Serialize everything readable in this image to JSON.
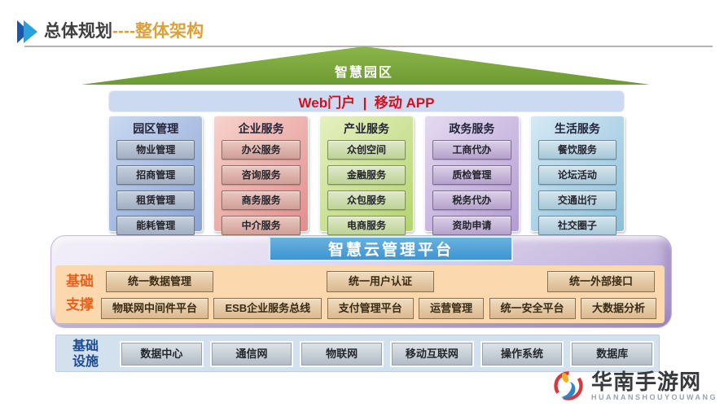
{
  "header": {
    "title_main": "总体规划",
    "title_dashes": "----",
    "title_sub": "整体架构"
  },
  "roof": {
    "label": "智慧园区"
  },
  "portal": {
    "label": "Web门户  |  移动 APP"
  },
  "columns": [
    {
      "title": "园区管理",
      "items": [
        "物业管理",
        "招商管理",
        "租赁管理",
        "能耗管理"
      ],
      "colors": {
        "bg_from": "#c9d9f0",
        "bg_to": "#8aa3d6",
        "box_from": "#c6d0de",
        "box_to": "#a2afc2",
        "box_border": "#6b7787"
      }
    },
    {
      "title": "企业服务",
      "items": [
        "办公服务",
        "咨询服务",
        "商务服务",
        "中介服务"
      ],
      "colors": {
        "bg_from": "#f7d3cc",
        "bg_to": "#e38d8b",
        "box_from": "#ecc9c1",
        "box_to": "#cf9e96",
        "box_border": "#8f6a62"
      }
    },
    {
      "title": "产业服务",
      "items": [
        "众创空间",
        "金融服务",
        "众包服务",
        "电商服务"
      ],
      "colors": {
        "bg_from": "#e6f0bf",
        "bg_to": "#b4d46e",
        "box_from": "#e0e9ca",
        "box_to": "#bdd395",
        "box_border": "#7d9055"
      }
    },
    {
      "title": "政务服务",
      "items": [
        "工商代办",
        "质检管理",
        "税务代办",
        "资助申请"
      ],
      "colors": {
        "bg_from": "#e5daf1",
        "bg_to": "#b29cd2",
        "box_from": "#dbd0e8",
        "box_to": "#b5a1cc",
        "box_border": "#7e6b94"
      }
    },
    {
      "title": "生活服务",
      "items": [
        "餐饮服务",
        "论坛活动",
        "交通出行",
        "社交圈子"
      ],
      "colors": {
        "bg_from": "#d5e9f4",
        "bg_to": "#8cbfda",
        "box_from": "#d6e5ee",
        "box_to": "#a6c8d8",
        "box_border": "#678a9c"
      }
    }
  ],
  "platform": {
    "title": "智慧云管理平台"
  },
  "support": {
    "label": "基础\n支撑",
    "row1": [
      "统一数据管理",
      "统一用户认证",
      "统一外部接口"
    ],
    "row2": [
      "物联网中间件平台",
      "ESB企业服务总线",
      "支付管理平台",
      "运营管理",
      "统一安全平台",
      "大数据分析"
    ]
  },
  "infrastructure": {
    "label": "基础\n设施",
    "items": [
      "数据中心",
      "通信网",
      "物联网",
      "移动互联网",
      "操作系统",
      "数据库"
    ]
  },
  "logo": {
    "name": "华南手游网",
    "subtext": "HUANANSHOUYOUWANG"
  },
  "colors": {
    "title_dark": "#3f3f3f",
    "title_accent": "#dca238",
    "arrow_dark": "#1c56a8",
    "arrow_light": "#2aa0dc",
    "roof_green_light": "#8cb64c",
    "roof_green_dark": "#6d9a31",
    "portal_bg": "#cbdaf0",
    "portal_text": "#d40f1e",
    "cloud_bar_light": "#6ab1e0",
    "cloud_bar_dark": "#3d95d0",
    "platform_shell_light": "#f1edf8",
    "platform_shell_dark": "#b4a3d2",
    "support_bg": "#fbd8ae",
    "support_label": "#e8611c",
    "support_box_light": "#f0ddc0",
    "support_box_dark": "#dab88e",
    "support_box_border": "#8a6f4d",
    "infra_bg": "#d3e0ee",
    "infra_label": "#1c4b8f",
    "infra_box_light": "#dde3e8",
    "infra_box_dark": "#b2bcc6",
    "infra_box_border": "#97a2ac",
    "logo_red": "#d6383f",
    "logo_yellow": "#f1ae1f",
    "logo_blue": "#2e85c8",
    "logo_text": "#38393d",
    "logo_subtext": "#9aa2ab"
  }
}
